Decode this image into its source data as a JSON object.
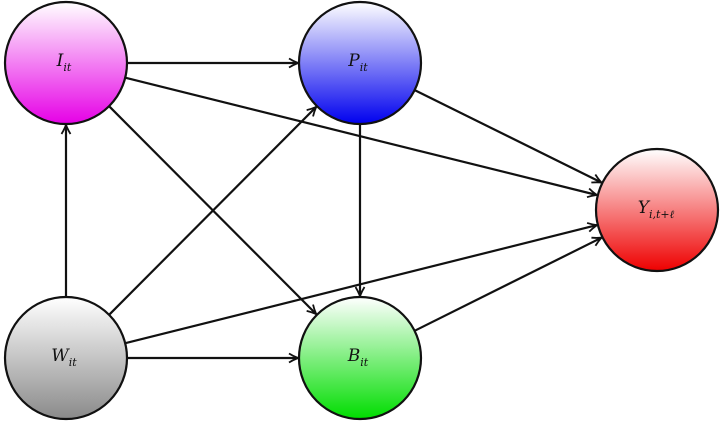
{
  "nodes": {
    "I": {
      "label": "I",
      "subscript": "it",
      "color_top": "#ffffff",
      "color_bottom": "#e600e6"
    },
    "P": {
      "label": "P",
      "subscript": "it",
      "color_top": "#ffffff",
      "color_bottom": "#0000ee"
    },
    "W": {
      "label": "W",
      "subscript": "it",
      "color_top": "#ffffff",
      "color_bottom": "#8a8a8a"
    },
    "B": {
      "label": "B",
      "subscript": "it",
      "color_top": "#ffffff",
      "color_bottom": "#00dd00"
    },
    "Y": {
      "label": "Y",
      "subscript": "i,t+ℓ",
      "color_top": "#ffffff",
      "color_bottom": "#ee0000"
    }
  },
  "edges": [
    {
      "from": "I",
      "to": "P"
    },
    {
      "from": "I",
      "to": "Y"
    },
    {
      "from": "I",
      "to": "B"
    },
    {
      "from": "P",
      "to": "Y"
    },
    {
      "from": "P",
      "to": "B"
    },
    {
      "from": "W",
      "to": "I"
    },
    {
      "from": "W",
      "to": "P"
    },
    {
      "from": "W",
      "to": "Y"
    },
    {
      "from": "W",
      "to": "B"
    },
    {
      "from": "B",
      "to": "Y"
    }
  ]
}
